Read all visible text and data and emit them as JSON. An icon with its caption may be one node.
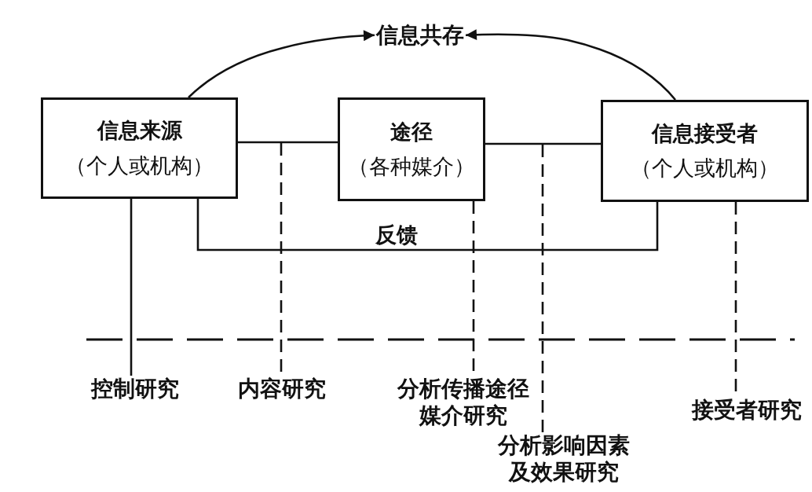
{
  "diagram": {
    "nodes": [
      {
        "text": [
          "信息共存"
        ]
      },
      {
        "text": [
          "信息来源",
          "（个人或机构）"
        ]
      },
      {
        "text": [
          "途径",
          "（各种媒介）"
        ]
      },
      {
        "text": [
          "信息接受者",
          "（个人或机构）"
        ]
      },
      {
        "text": [
          "控制研究"
        ]
      },
      {
        "text": [
          "内容研究"
        ]
      },
      {
        "text": [
          "分析传播途径媒介研究"
        ]
      },
      {
        "text": [
          "接受者研究"
        ]
      },
      {
        "text": [
          "分析影响因素及效果研究"
        ]
      }
    ],
    "edges": [
      {
        "from": 1,
        "to": 0,
        "arrow": "to"
      },
      {
        "from": 3,
        "to": 0,
        "arrow": "to"
      },
      {
        "from": 1,
        "to": 2,
        "arrow": "none"
      },
      {
        "from": 2,
        "to": 3,
        "arrow": "none"
      },
      {
        "from": 3,
        "to": 1,
        "arrow": "none",
        "label": "反馈"
      },
      {
        "from": 1,
        "to": 4,
        "arrow": "none"
      },
      {
        "from": null,
        "to": 5,
        "arrow": "none",
        "style": "dashed"
      },
      {
        "from": 2,
        "to": 6,
        "arrow": "none",
        "style": "dashed"
      },
      {
        "from": null,
        "to": 8,
        "arrow": "none",
        "style": "dashed"
      },
      {
        "from": 3,
        "to": 7,
        "arrow": "none",
        "style": "dashed"
      }
    ]
  }
}
